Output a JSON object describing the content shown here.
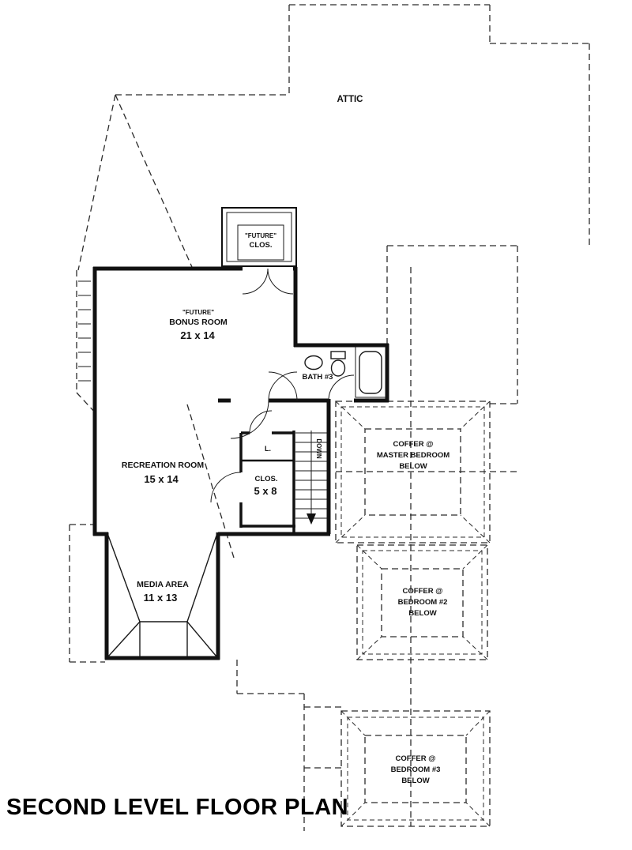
{
  "page": {
    "background": "#ffffff",
    "line_color": "#111111"
  },
  "plan": {
    "title": "SECOND LEVEL FLOOR PLAN",
    "rooms": {
      "attic": {
        "label": "ATTIC"
      },
      "future_closet": {
        "line1": "\"FUTURE\"",
        "line2": "CLOS."
      },
      "bonus_room": {
        "line1": "\"FUTURE\"",
        "line2": "BONUS ROOM",
        "dims": "21 x 14"
      },
      "bath3": {
        "label": "BATH #3"
      },
      "recreation_room": {
        "label": "RECREATION ROOM",
        "dims": "15 x 14"
      },
      "closet": {
        "label": "CLOS.",
        "dims": "5 x 8"
      },
      "linen": {
        "label": "L."
      },
      "stairs": {
        "label": "DOWN"
      },
      "media_area": {
        "label": "MEDIA AREA",
        "dims": "11 x 13"
      },
      "coffer_master": {
        "line1": "COFFER @",
        "line2": "MASTER BEDROOM",
        "line3": "BELOW"
      },
      "coffer_bedroom2": {
        "line1": "COFFER @",
        "line2": "BEDROOM #2",
        "line3": "BELOW"
      },
      "coffer_bedroom3": {
        "line1": "COFFER @",
        "line2": "BEDROOM #3",
        "line3": "BELOW"
      }
    }
  }
}
